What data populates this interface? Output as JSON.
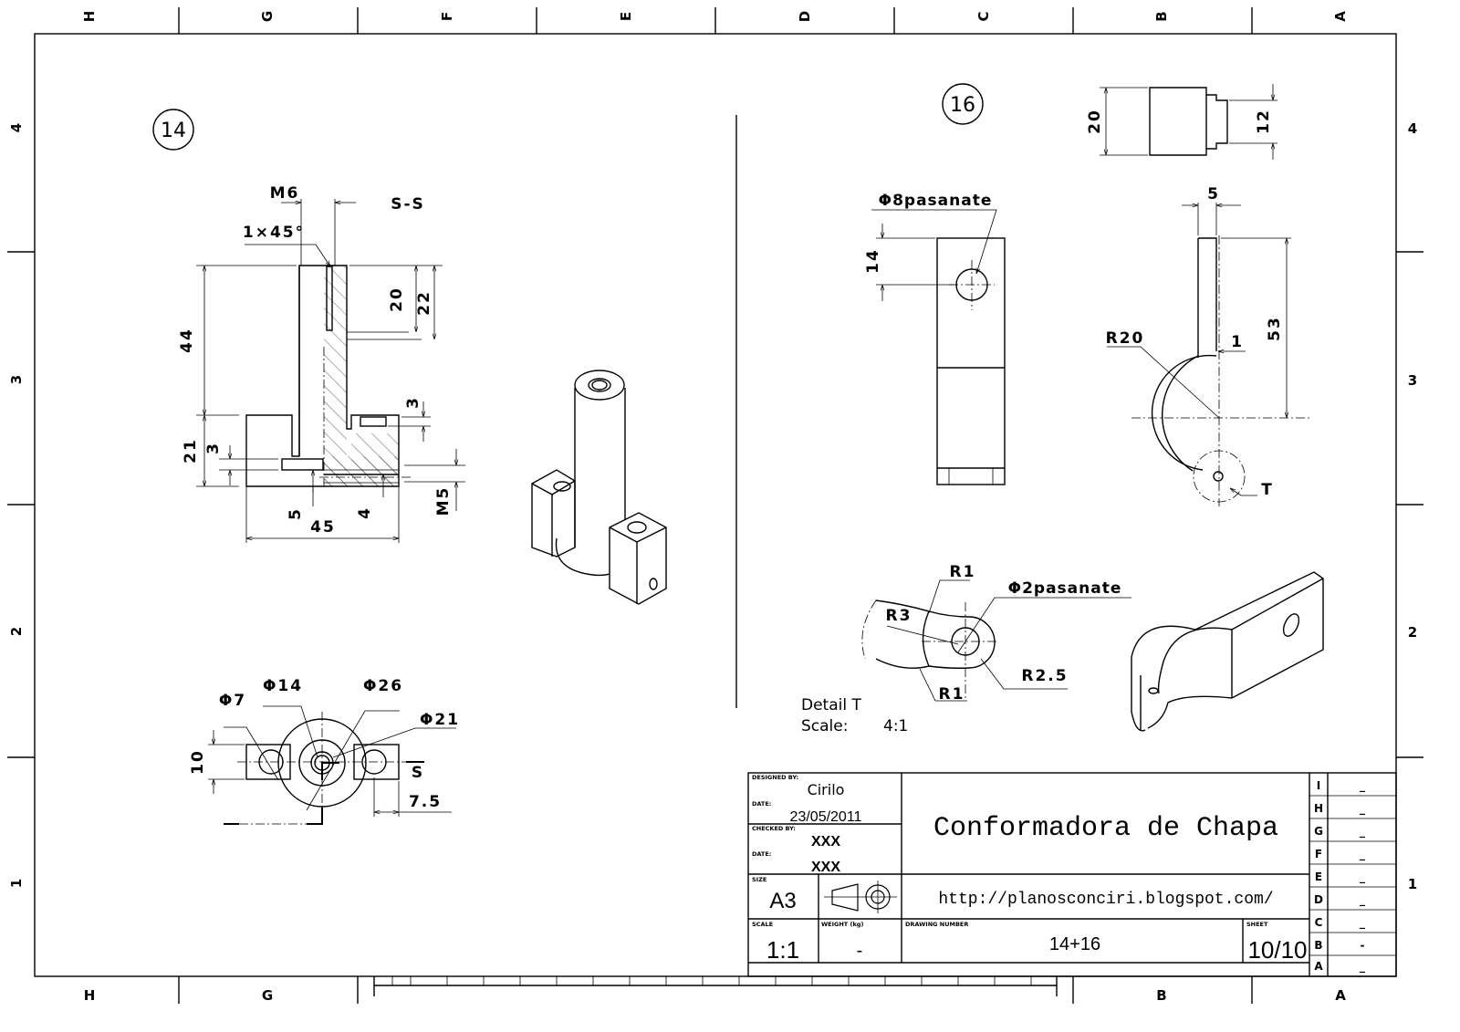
{
  "frame": {
    "columns": [
      "H",
      "G",
      "F",
      "E",
      "D",
      "C",
      "B",
      "A"
    ],
    "rows": [
      "4",
      "3",
      "2",
      "1"
    ],
    "bottom_columns": [
      "H",
      "G",
      "B",
      "A"
    ]
  },
  "part14": {
    "balloon": "14",
    "section_label": "S-S",
    "dims": {
      "m6": "M6",
      "chamfer": "1×45°",
      "d44": "44",
      "d20": "20",
      "d22": "22",
      "d21": "21",
      "d3a": "3",
      "d3b": "3",
      "d5": "5",
      "d45": "45",
      "d4": "4",
      "m5": "M5"
    },
    "plan_dims": {
      "phi7": "Φ7",
      "phi14": "Φ14",
      "phi26": "Φ26",
      "phi21": "Φ21",
      "d10": "10",
      "d7_5": "7.5",
      "section_mark": "S"
    }
  },
  "part16": {
    "balloon": "16",
    "dims": {
      "d20": "20",
      "d12": "12",
      "phi8": "Φ8pasanate",
      "d14": "14",
      "d5": "5",
      "r20": "R20",
      "d1": "1",
      "d53": "53",
      "t": "T"
    },
    "detail": {
      "r1a": "R1",
      "r3": "R3",
      "phi2": "Φ2pasanate",
      "r2_5": "R2.5",
      "r1b": "R1",
      "title": "Detail T",
      "scale_label": "Scale:",
      "scale_value": "4:1"
    }
  },
  "title_block": {
    "designed_by_label": "DESIGNED BY:",
    "designed_by": "Cirilo",
    "date_label": "DATE:",
    "date": "23/05/2011",
    "checked_by_label": "CHECKED BY:",
    "checked_by": "XXX",
    "date2_label": "DATE:",
    "date2": "XXX",
    "title": "Conformadora de Chapa",
    "size_label": "SIZE",
    "size": "A3",
    "url": "http://planosconciri.blogspot.com/",
    "scale_label": "SCALE",
    "scale": "1:1",
    "weight_label": "WEIGHT (kg)",
    "weight": "-",
    "drawing_number_label": "DRAWING NUMBER",
    "drawing_number": "14+16",
    "sheet_label": "SHEET",
    "sheet": "10/10",
    "revisions": [
      {
        "letter": "I",
        "value": "_"
      },
      {
        "letter": "H",
        "value": "_"
      },
      {
        "letter": "G",
        "value": "_"
      },
      {
        "letter": "F",
        "value": "_"
      },
      {
        "letter": "E",
        "value": "_"
      },
      {
        "letter": "D",
        "value": "_"
      },
      {
        "letter": "C",
        "value": "_"
      },
      {
        "letter": "B",
        "value": "-"
      },
      {
        "letter": "A",
        "value": "_"
      }
    ]
  }
}
